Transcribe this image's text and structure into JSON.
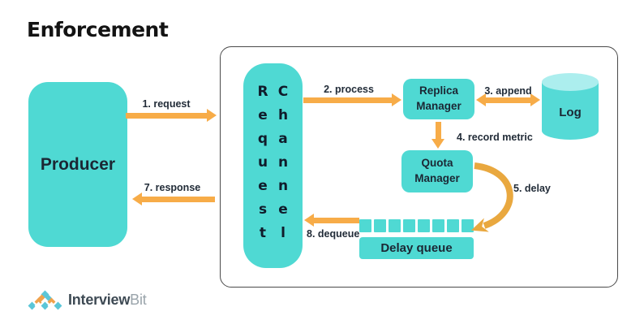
{
  "title": "Enforcement",
  "colors": {
    "node_teal": "#4fd9d3",
    "cylinder_top_teal": "#aceeee",
    "arrow_orange": "#f7ac48",
    "curve_orange": "#e9a83f",
    "container_border": "#4a4a4a",
    "text_dark": "#1b2734"
  },
  "nodes": {
    "producer": {
      "label": "Producer"
    },
    "request_channel": {
      "word_left": "Request",
      "word_right": "Channel"
    },
    "replica_manager": {
      "line1": "Replica",
      "line2": "Manager"
    },
    "quota_manager": {
      "line1": "Quota",
      "line2": "Manager"
    },
    "log": {
      "label": "Log"
    },
    "delay_queue": {
      "label": "Delay queue",
      "cell_count": 8
    }
  },
  "edges": {
    "request": {
      "label": "1. request"
    },
    "process": {
      "label": "2. process"
    },
    "append": {
      "label": "3. append"
    },
    "record_metric": {
      "label": "4. record metric"
    },
    "delay": {
      "label": "5. delay"
    },
    "response": {
      "label": "7. response"
    },
    "dequeue": {
      "label": "8. dequeue"
    }
  },
  "footer": {
    "brand_primary": "Interview",
    "brand_secondary": "Bit"
  }
}
